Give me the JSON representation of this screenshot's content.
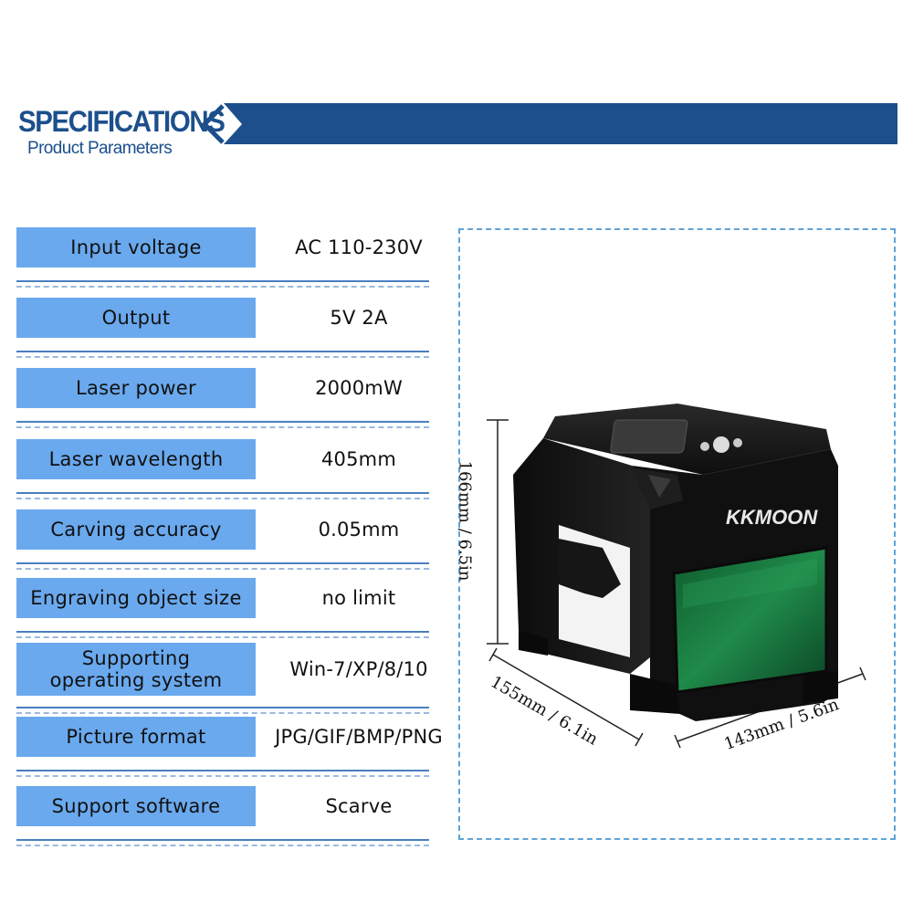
{
  "header": {
    "title": "SPECIFICATIONS",
    "subtitle": "Product Parameters"
  },
  "colors": {
    "brand_blue": "#1c4f8c",
    "label_blue": "#6aa9ee",
    "green_window": "#1f8a4a"
  },
  "specs": [
    {
      "label": "Input voltage",
      "value": "AC 110-230V"
    },
    {
      "label": "Output",
      "value": "5V 2A"
    },
    {
      "label": "Laser power",
      "value": "2000mW"
    },
    {
      "label": "Laser wavelength",
      "value": "405mm"
    },
    {
      "label": "Carving accuracy",
      "value": "0.05mm"
    },
    {
      "label": "Engraving object size",
      "value": "no limit"
    },
    {
      "label": "Supporting\noperating system",
      "value": "Win-7/XP/8/10"
    },
    {
      "label": "Picture format",
      "value": "JPG/GIF/BMP/PNG"
    },
    {
      "label": "Support software",
      "value": "Scarve"
    }
  ],
  "product": {
    "brand": "KKMOON",
    "height_dim": "166mm / 6.5in",
    "depth_dim": "155mm / 6.1in",
    "width_dim": "143mm / 5.6in"
  }
}
